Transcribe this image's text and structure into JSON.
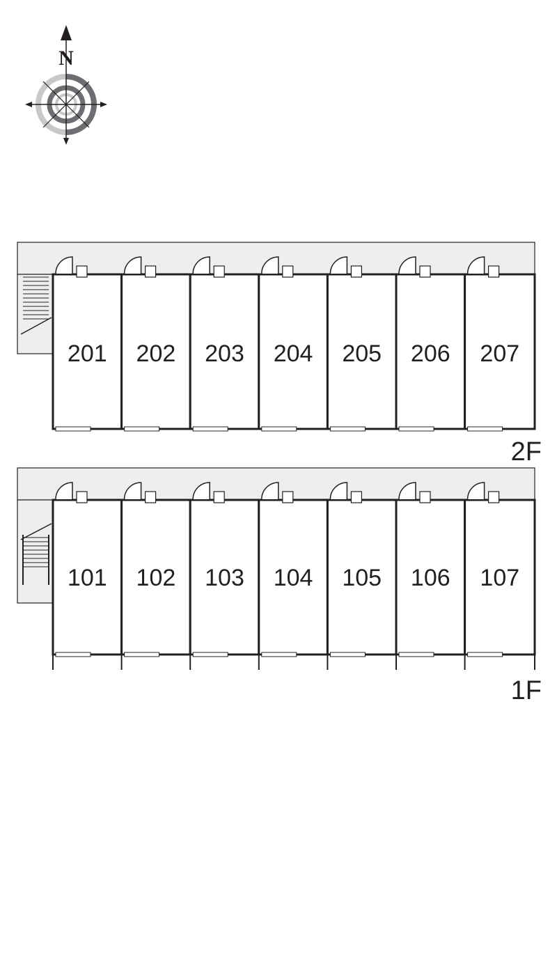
{
  "compass": {
    "north_label": "N",
    "icon": "compass-rose-icon"
  },
  "floors": [
    {
      "id": "2f",
      "label": "2F",
      "units": [
        {
          "number": "201"
        },
        {
          "number": "202"
        },
        {
          "number": "203"
        },
        {
          "number": "204"
        },
        {
          "number": "205"
        },
        {
          "number": "206"
        },
        {
          "number": "207"
        }
      ]
    },
    {
      "id": "1f",
      "label": "1F",
      "units": [
        {
          "number": "101"
        },
        {
          "number": "102"
        },
        {
          "number": "103"
        },
        {
          "number": "104"
        },
        {
          "number": "105"
        },
        {
          "number": "106"
        },
        {
          "number": "107"
        }
      ]
    }
  ],
  "colors": {
    "wall": "#231f20",
    "corridor": "#eeeeee",
    "compass_dark": "#6d6e71",
    "compass_light": "#c8c8c8"
  }
}
